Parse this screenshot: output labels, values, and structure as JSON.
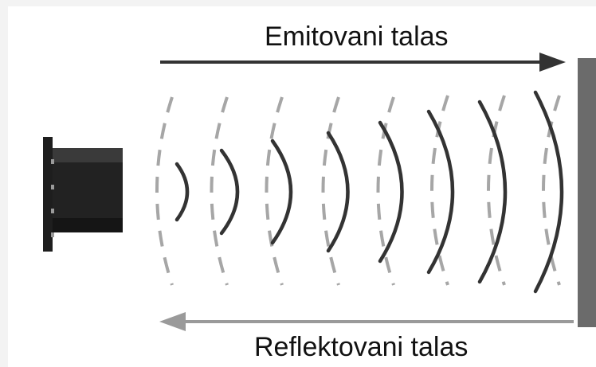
{
  "labels": {
    "emitted": "Emitovani talas",
    "reflected": "Reflektovani talas"
  },
  "colors": {
    "background": "#f3f3f3",
    "panel": "#ffffff",
    "emitted_arrow": "#333333",
    "reflected_arrow": "#9a9a9a",
    "emitted_wave": "#333333",
    "reflected_wave": "#a6a6a6",
    "wall": "#6b6b6b",
    "transducer": "#1e1e1e"
  },
  "icons": {
    "source": "ultrasonic-transducer-icon",
    "target": "reflecting-wall-icon"
  },
  "wave_fronts": {
    "emitted_count": 8,
    "reflected_count": 8
  }
}
